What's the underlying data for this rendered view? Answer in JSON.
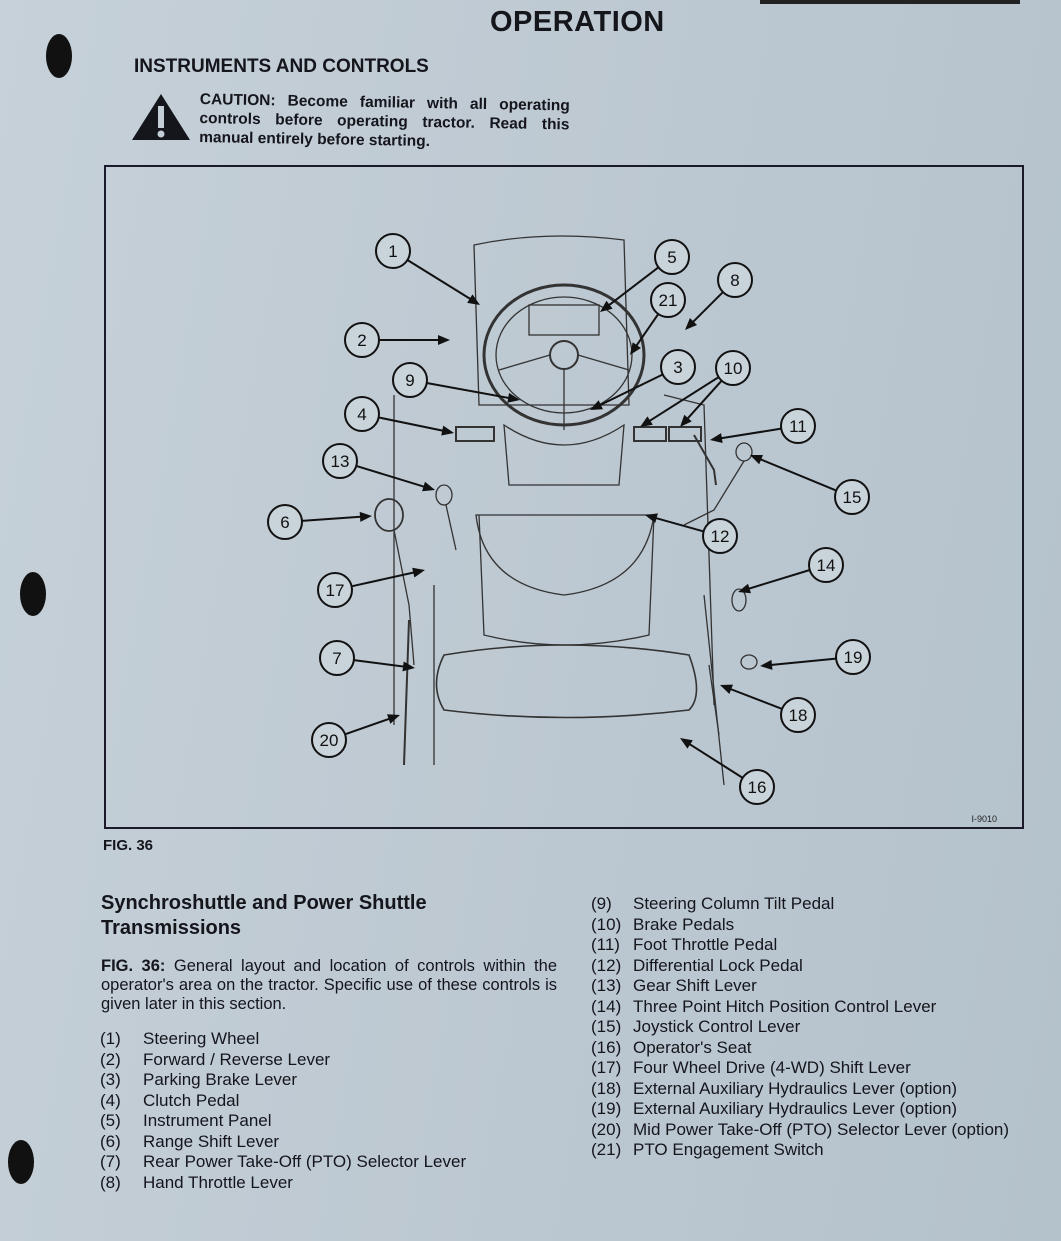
{
  "header": {
    "title": "OPERATION"
  },
  "section": {
    "heading": "INSTRUMENTS AND CONTROLS"
  },
  "caution": {
    "icon": "warning-triangle-icon",
    "text": "CAUTION: Become familiar with all operating controls before operating tractor. Read this manual entirely before starting."
  },
  "figure": {
    "label": "FIG. 36",
    "code": "I-9010",
    "callouts": [
      "1",
      "2",
      "3",
      "4",
      "5",
      "6",
      "7",
      "8",
      "9",
      "10",
      "11",
      "12",
      "13",
      "14",
      "15",
      "16",
      "17",
      "18",
      "19",
      "20",
      "21"
    ]
  },
  "subsection": {
    "title": "Synchroshuttle and Power Shuttle Transmissions"
  },
  "description": {
    "lead": "FIG. 36:",
    "text": " General layout and location of controls within the operator's area on the tractor. Specific use of these controls is given later in this section."
  },
  "legend_left": [
    {
      "num": "(1)",
      "label": "Steering Wheel"
    },
    {
      "num": "(2)",
      "label": "Forward / Reverse Lever"
    },
    {
      "num": "(3)",
      "label": "Parking Brake Lever"
    },
    {
      "num": "(4)",
      "label": "Clutch Pedal"
    },
    {
      "num": "(5)",
      "label": "Instrument Panel"
    },
    {
      "num": "(6)",
      "label": "Range Shift Lever"
    },
    {
      "num": "(7)",
      "label": "Rear Power Take-Off (PTO) Selector Lever"
    },
    {
      "num": "(8)",
      "label": "Hand Throttle Lever"
    }
  ],
  "legend_right": [
    {
      "num": "(9)",
      "label": "Steering Column Tilt Pedal"
    },
    {
      "num": "(10)",
      "label": "Brake Pedals"
    },
    {
      "num": "(11)",
      "label": "Foot Throttle Pedal"
    },
    {
      "num": "(12)",
      "label": "Differential Lock Pedal"
    },
    {
      "num": "(13)",
      "label": "Gear Shift Lever"
    },
    {
      "num": "(14)",
      "label": "Three Point Hitch Position Control Lever"
    },
    {
      "num": "(15)",
      "label": "Joystick Control Lever"
    },
    {
      "num": "(16)",
      "label": "Operator's Seat"
    },
    {
      "num": "(17)",
      "label": "Four Wheel Drive (4-WD) Shift Lever"
    },
    {
      "num": "(18)",
      "label": "External Auxiliary Hydraulics Lever (option)"
    },
    {
      "num": "(19)",
      "label": "External Auxiliary Hydraulics Lever (option)"
    },
    {
      "num": "(20)",
      "label": "Mid Power Take-Off (PTO) Selector Lever (option)"
    },
    {
      "num": "(21)",
      "label": "PTO Engagement Switch"
    }
  ]
}
